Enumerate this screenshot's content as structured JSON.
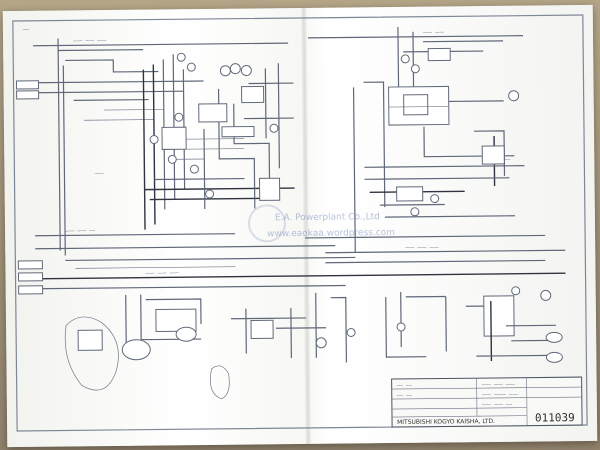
{
  "watermark": {
    "line1": "E.A. Powerplant Co.,Ltd",
    "line2": "www.eaokaa.wordpress.com"
  },
  "title_block": {
    "company": "MITSUBISHI KOGYO KAISHA, LTD.",
    "drawing_number": "011039"
  },
  "colors": {
    "paper": "#f7f7f4",
    "ink": "#5f6778",
    "background": "#9a8c72"
  }
}
